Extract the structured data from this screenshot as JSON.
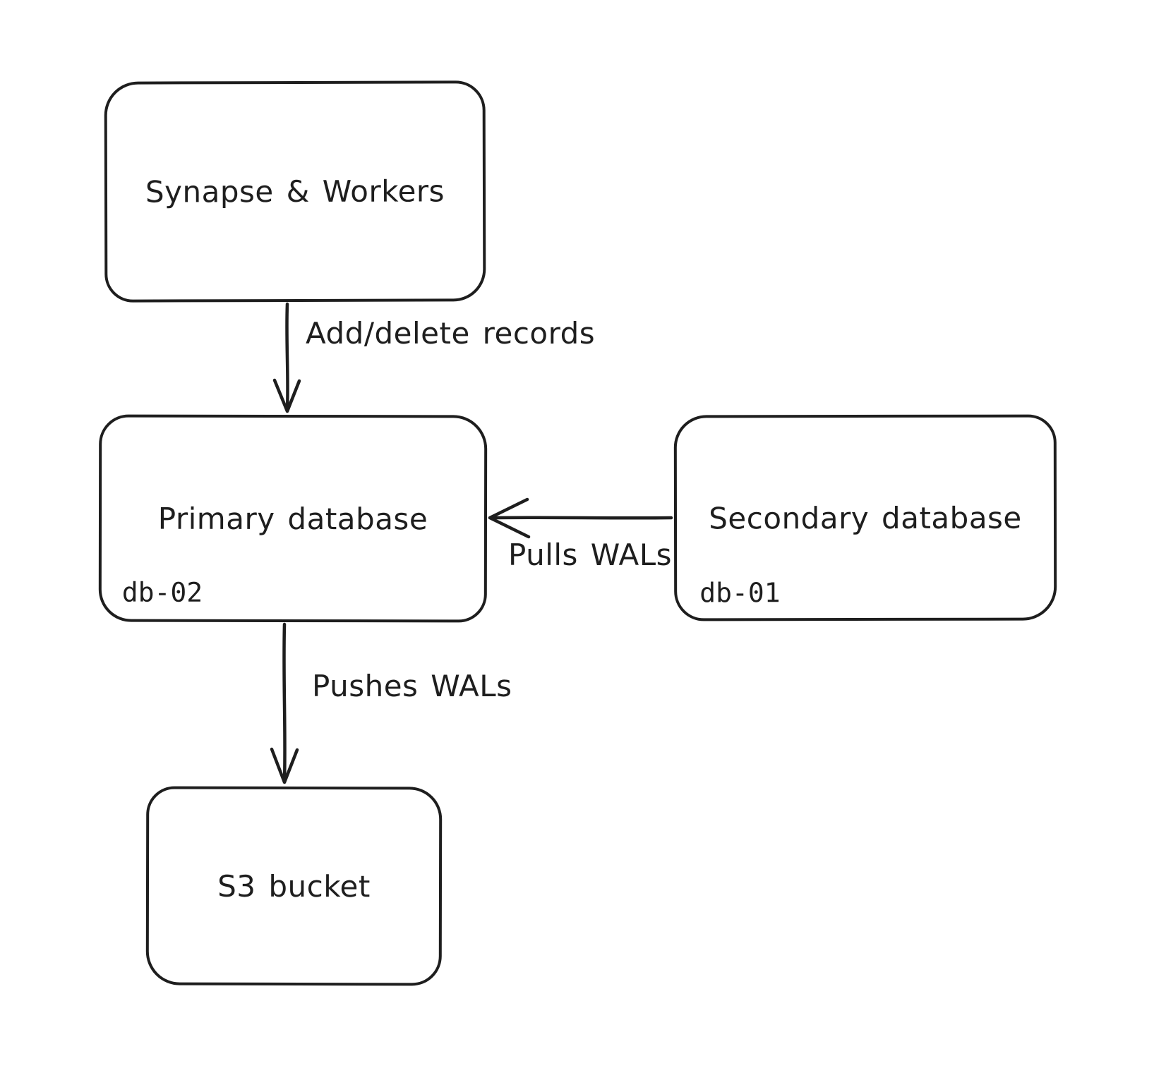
{
  "diagram": {
    "background": "#ffffff",
    "stroke_color": "#1e1e1e",
    "nodes": [
      {
        "id": "synapse-workers",
        "label": "Synapse & Workers"
      },
      {
        "id": "primary-database",
        "label": "Primary database",
        "sublabel": "db-02"
      },
      {
        "id": "secondary-database",
        "label": "Secondary database",
        "sublabel": "db-01"
      },
      {
        "id": "s3-bucket",
        "label": "S3 bucket"
      }
    ],
    "edges": [
      {
        "from": "synapse-workers",
        "to": "primary-database",
        "label": "Add/delete records",
        "direction": "down"
      },
      {
        "from": "secondary-database",
        "to": "primary-database",
        "label": "Pulls WALs",
        "direction": "left"
      },
      {
        "from": "primary-database",
        "to": "s3-bucket",
        "label": "Pushes WALs",
        "direction": "down"
      }
    ]
  }
}
